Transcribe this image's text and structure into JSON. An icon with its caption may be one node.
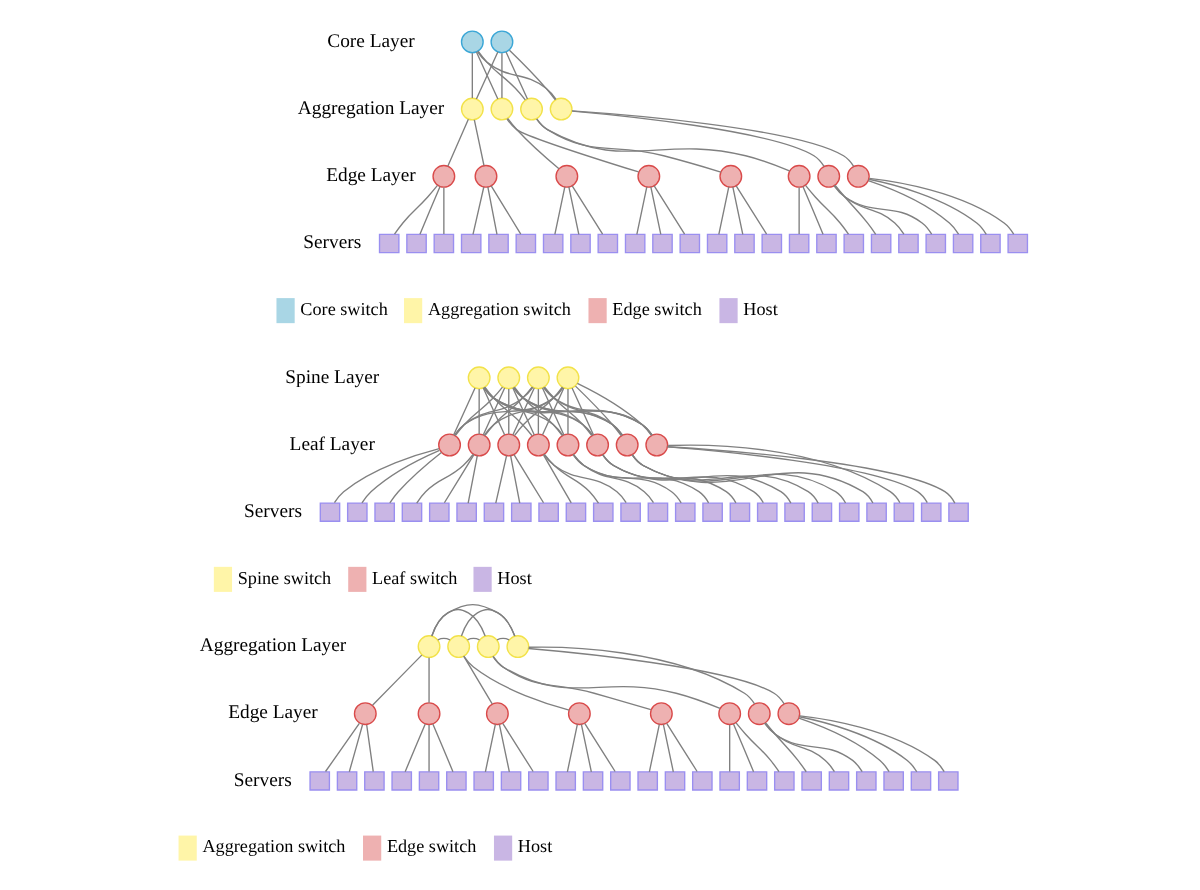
{
  "diagram": {
    "nodes": [
      {
        "text": [],
        "shape": "circle"
      },
      {
        "text": [],
        "shape": "circle"
      },
      {
        "text": [],
        "shape": "circle"
      },
      {
        "text": [],
        "shape": "circle"
      },
      {
        "text": [],
        "shape": "circle"
      },
      {
        "text": [],
        "shape": "circle"
      },
      {
        "text": [],
        "shape": "circle"
      },
      {
        "text": [],
        "shape": "circle"
      },
      {
        "text": [],
        "shape": "circle"
      },
      {
        "text": [],
        "shape": "circle"
      },
      {
        "text": [],
        "shape": "circle"
      },
      {
        "text": [],
        "shape": "circle"
      },
      {
        "text": [],
        "shape": "circle"
      },
      {
        "text": [],
        "shape": "circle"
      },
      {
        "text": [],
        "shape": "box"
      },
      {
        "text": [],
        "shape": "box"
      },
      {
        "text": [],
        "shape": "box"
      },
      {
        "text": [],
        "shape": "box"
      },
      {
        "text": [],
        "shape": "box"
      },
      {
        "text": [],
        "shape": "box"
      },
      {
        "text": [],
        "shape": "box"
      },
      {
        "text": [],
        "shape": "box"
      },
      {
        "text": [],
        "shape": "box"
      },
      {
        "text": [],
        "shape": "box"
      },
      {
        "text": [],
        "shape": "box"
      },
      {
        "text": [],
        "shape": "box"
      },
      {
        "text": [],
        "shape": "box"
      },
      {
        "text": [],
        "shape": "box"
      },
      {
        "text": [],
        "shape": "box"
      },
      {
        "text": [],
        "shape": "box"
      },
      {
        "text": [],
        "shape": "box"
      },
      {
        "text": [],
        "shape": "box"
      },
      {
        "text": [],
        "shape": "box"
      },
      {
        "text": [],
        "shape": "box"
      },
      {
        "text": [],
        "shape": "box"
      },
      {
        "text": [],
        "shape": "box"
      },
      {
        "text": [],
        "shape": "box"
      },
      {
        "text": [],
        "shape": "box"
      },
      {
        "text": [],
        "shape": "circle"
      },
      {
        "text": [],
        "shape": "circle"
      },
      {
        "text": [],
        "shape": "circle"
      },
      {
        "text": [],
        "shape": "circle"
      },
      {
        "text": [],
        "shape": "circle"
      },
      {
        "text": [],
        "shape": "circle"
      },
      {
        "text": [],
        "shape": "circle"
      },
      {
        "text": [],
        "shape": "circle"
      },
      {
        "text": [],
        "shape": "circle"
      },
      {
        "text": [],
        "shape": "circle"
      },
      {
        "text": [],
        "shape": "circle"
      },
      {
        "text": [],
        "shape": "circle"
      },
      {
        "text": [],
        "shape": "box"
      },
      {
        "text": [],
        "shape": "box"
      },
      {
        "text": [],
        "shape": "box"
      },
      {
        "text": [],
        "shape": "box"
      },
      {
        "text": [],
        "shape": "box"
      },
      {
        "text": [],
        "shape": "box"
      },
      {
        "text": [],
        "shape": "box"
      },
      {
        "text": [],
        "shape": "box"
      },
      {
        "text": [],
        "shape": "box"
      },
      {
        "text": [],
        "shape": "box"
      },
      {
        "text": [],
        "shape": "box"
      },
      {
        "text": [],
        "shape": "box"
      },
      {
        "text": [],
        "shape": "box"
      },
      {
        "text": [],
        "shape": "box"
      },
      {
        "text": [],
        "shape": "box"
      },
      {
        "text": [],
        "shape": "box"
      },
      {
        "text": [],
        "shape": "box"
      },
      {
        "text": [],
        "shape": "box"
      },
      {
        "text": [],
        "shape": "box"
      },
      {
        "text": [],
        "shape": "box"
      },
      {
        "text": [],
        "shape": "box"
      },
      {
        "text": [],
        "shape": "box"
      },
      {
        "text": [],
        "shape": "box"
      },
      {
        "text": [],
        "shape": "box"
      },
      {
        "text": [],
        "shape": "circle"
      },
      {
        "text": [],
        "shape": "circle"
      },
      {
        "text": [],
        "shape": "circle"
      },
      {
        "text": [],
        "shape": "circle"
      },
      {
        "text": [],
        "shape": "circle"
      },
      {
        "text": [],
        "shape": "circle"
      },
      {
        "text": [],
        "shape": "circle"
      },
      {
        "text": [],
        "shape": "circle"
      },
      {
        "text": [],
        "shape": "circle"
      },
      {
        "text": [],
        "shape": "circle"
      },
      {
        "text": [],
        "shape": "circle"
      },
      {
        "text": [],
        "shape": "circle"
      },
      {
        "text": [],
        "shape": "box"
      },
      {
        "text": [],
        "shape": "box"
      },
      {
        "text": [],
        "shape": "box"
      },
      {
        "text": [],
        "shape": "box"
      },
      {
        "text": [],
        "shape": "box"
      },
      {
        "text": [],
        "shape": "box"
      },
      {
        "text": [],
        "shape": "box"
      },
      {
        "text": [],
        "shape": "box"
      },
      {
        "text": [],
        "shape": "box"
      },
      {
        "text": [],
        "shape": "box"
      },
      {
        "text": [],
        "shape": "box"
      },
      {
        "text": [],
        "shape": "box"
      },
      {
        "text": [],
        "shape": "box"
      },
      {
        "text": [],
        "shape": "box"
      },
      {
        "text": [],
        "shape": "box"
      },
      {
        "text": [],
        "shape": "box"
      },
      {
        "text": [],
        "shape": "box"
      },
      {
        "text": [],
        "shape": "box"
      },
      {
        "text": [],
        "shape": "box"
      },
      {
        "text": [],
        "shape": "box"
      },
      {
        "text": [],
        "shape": "box"
      },
      {
        "text": [],
        "shape": "box"
      },
      {
        "text": [],
        "shape": "box"
      },
      {
        "text": [],
        "shape": "box"
      }
    ],
    "edges": [
      {
        "from": 0,
        "to": 2,
        "arrow": "none"
      },
      {
        "from": 0,
        "to": 3,
        "arrow": "none"
      },
      {
        "from": 0,
        "to": 4,
        "arrow": "none"
      },
      {
        "from": 0,
        "to": 5,
        "arrow": "none"
      },
      {
        "from": 1,
        "to": 2,
        "arrow": "none"
      },
      {
        "from": 1,
        "to": 3,
        "arrow": "none"
      },
      {
        "from": 1,
        "to": 4,
        "arrow": "none"
      },
      {
        "from": 1,
        "to": 5,
        "arrow": "none"
      },
      {
        "from": 2,
        "to": 6,
        "arrow": "none"
      },
      {
        "from": 2,
        "to": 7,
        "arrow": "none"
      },
      {
        "from": 3,
        "to": 8,
        "arrow": "none"
      },
      {
        "from": 3,
        "to": 9,
        "arrow": "none"
      },
      {
        "from": 4,
        "to": 10,
        "arrow": "none"
      },
      {
        "from": 4,
        "to": 11,
        "arrow": "none"
      },
      {
        "from": 5,
        "to": 12,
        "arrow": "none"
      },
      {
        "from": 5,
        "to": 13,
        "arrow": "none"
      },
      {
        "from": 6,
        "to": 14,
        "arrow": "none"
      },
      {
        "from": 6,
        "to": 15,
        "arrow": "none"
      },
      {
        "from": 6,
        "to": 16,
        "arrow": "none"
      },
      {
        "from": 7,
        "to": 17,
        "arrow": "none"
      },
      {
        "from": 7,
        "to": 18,
        "arrow": "none"
      },
      {
        "from": 7,
        "to": 19,
        "arrow": "none"
      },
      {
        "from": 8,
        "to": 20,
        "arrow": "none"
      },
      {
        "from": 8,
        "to": 21,
        "arrow": "none"
      },
      {
        "from": 8,
        "to": 22,
        "arrow": "none"
      },
      {
        "from": 9,
        "to": 23,
        "arrow": "none"
      },
      {
        "from": 9,
        "to": 24,
        "arrow": "none"
      },
      {
        "from": 9,
        "to": 25,
        "arrow": "none"
      },
      {
        "from": 10,
        "to": 26,
        "arrow": "none"
      },
      {
        "from": 10,
        "to": 27,
        "arrow": "none"
      },
      {
        "from": 10,
        "to": 28,
        "arrow": "none"
      },
      {
        "from": 11,
        "to": 29,
        "arrow": "none"
      },
      {
        "from": 11,
        "to": 30,
        "arrow": "none"
      },
      {
        "from": 11,
        "to": 31,
        "arrow": "none"
      },
      {
        "from": 12,
        "to": 32,
        "arrow": "none"
      },
      {
        "from": 12,
        "to": 33,
        "arrow": "none"
      },
      {
        "from": 12,
        "to": 34,
        "arrow": "none"
      },
      {
        "from": 13,
        "to": 35,
        "arrow": "none"
      },
      {
        "from": 13,
        "to": 36,
        "arrow": "none"
      },
      {
        "from": 13,
        "to": 37,
        "arrow": "none"
      },
      {
        "from": 38,
        "to": 42,
        "arrow": "none"
      },
      {
        "from": 38,
        "to": 43,
        "arrow": "none"
      },
      {
        "from": 38,
        "to": 44,
        "arrow": "none"
      },
      {
        "from": 38,
        "to": 45,
        "arrow": "none"
      },
      {
        "from": 38,
        "to": 46,
        "arrow": "none"
      },
      {
        "from": 38,
        "to": 47,
        "arrow": "none"
      },
      {
        "from": 38,
        "to": 48,
        "arrow": "none"
      },
      {
        "from": 38,
        "to": 49,
        "arrow": "none"
      },
      {
        "from": 39,
        "to": 42,
        "arrow": "none"
      },
      {
        "from": 39,
        "to": 43,
        "arrow": "none"
      },
      {
        "from": 39,
        "to": 44,
        "arrow": "none"
      },
      {
        "from": 39,
        "to": 45,
        "arrow": "none"
      },
      {
        "from": 39,
        "to": 46,
        "arrow": "none"
      },
      {
        "from": 39,
        "to": 47,
        "arrow": "none"
      },
      {
        "from": 39,
        "to": 48,
        "arrow": "none"
      },
      {
        "from": 39,
        "to": 49,
        "arrow": "none"
      },
      {
        "from": 40,
        "to": 42,
        "arrow": "none"
      },
      {
        "from": 40,
        "to": 43,
        "arrow": "none"
      },
      {
        "from": 40,
        "to": 44,
        "arrow": "none"
      },
      {
        "from": 40,
        "to": 45,
        "arrow": "none"
      },
      {
        "from": 40,
        "to": 46,
        "arrow": "none"
      },
      {
        "from": 40,
        "to": 47,
        "arrow": "none"
      },
      {
        "from": 40,
        "to": 48,
        "arrow": "none"
      },
      {
        "from": 40,
        "to": 49,
        "arrow": "none"
      },
      {
        "from": 41,
        "to": 42,
        "arrow": "none"
      },
      {
        "from": 41,
        "to": 43,
        "arrow": "none"
      },
      {
        "from": 41,
        "to": 44,
        "arrow": "none"
      },
      {
        "from": 41,
        "to": 45,
        "arrow": "none"
      },
      {
        "from": 41,
        "to": 46,
        "arrow": "none"
      },
      {
        "from": 41,
        "to": 47,
        "arrow": "none"
      },
      {
        "from": 41,
        "to": 48,
        "arrow": "none"
      },
      {
        "from": 41,
        "to": 49,
        "arrow": "none"
      },
      {
        "from": 42,
        "to": 50,
        "arrow": "none"
      },
      {
        "from": 42,
        "to": 51,
        "arrow": "none"
      },
      {
        "from": 42,
        "to": 52,
        "arrow": "none"
      },
      {
        "from": 43,
        "to": 53,
        "arrow": "none"
      },
      {
        "from": 43,
        "to": 54,
        "arrow": "none"
      },
      {
        "from": 43,
        "to": 55,
        "arrow": "none"
      },
      {
        "from": 44,
        "to": 56,
        "arrow": "none"
      },
      {
        "from": 44,
        "to": 57,
        "arrow": "none"
      },
      {
        "from": 44,
        "to": 58,
        "arrow": "none"
      },
      {
        "from": 45,
        "to": 59,
        "arrow": "none"
      },
      {
        "from": 45,
        "to": 60,
        "arrow": "none"
      },
      {
        "from": 45,
        "to": 61,
        "arrow": "none"
      },
      {
        "from": 46,
        "to": 62,
        "arrow": "none"
      },
      {
        "from": 46,
        "to": 63,
        "arrow": "none"
      },
      {
        "from": 46,
        "to": 64,
        "arrow": "none"
      },
      {
        "from": 47,
        "to": 65,
        "arrow": "none"
      },
      {
        "from": 47,
        "to": 66,
        "arrow": "none"
      },
      {
        "from": 47,
        "to": 67,
        "arrow": "none"
      },
      {
        "from": 48,
        "to": 68,
        "arrow": "none"
      },
      {
        "from": 48,
        "to": 69,
        "arrow": "none"
      },
      {
        "from": 48,
        "to": 70,
        "arrow": "none"
      },
      {
        "from": 49,
        "to": 71,
        "arrow": "none"
      },
      {
        "from": 49,
        "to": 72,
        "arrow": "none"
      },
      {
        "from": 49,
        "to": 73,
        "arrow": "none"
      },
      {
        "from": 74,
        "to": 75,
        "arrow": "none"
      },
      {
        "from": 74,
        "to": 76,
        "arrow": "none"
      },
      {
        "from": 74,
        "to": 77,
        "arrow": "none"
      },
      {
        "from": 75,
        "to": 76,
        "arrow": "none"
      },
      {
        "from": 75,
        "to": 77,
        "arrow": "none"
      },
      {
        "from": 76,
        "to": 77,
        "arrow": "none"
      },
      {
        "from": 74,
        "to": 78,
        "arrow": "none"
      },
      {
        "from": 74,
        "to": 79,
        "arrow": "none"
      },
      {
        "from": 75,
        "to": 80,
        "arrow": "none"
      },
      {
        "from": 75,
        "to": 81,
        "arrow": "none"
      },
      {
        "from": 76,
        "to": 82,
        "arrow": "none"
      },
      {
        "from": 76,
        "to": 83,
        "arrow": "none"
      },
      {
        "from": 77,
        "to": 84,
        "arrow": "none"
      },
      {
        "from": 77,
        "to": 85,
        "arrow": "none"
      },
      {
        "from": 78,
        "to": 86,
        "arrow": "none"
      },
      {
        "from": 78,
        "to": 87,
        "arrow": "none"
      },
      {
        "from": 78,
        "to": 88,
        "arrow": "none"
      },
      {
        "from": 79,
        "to": 89,
        "arrow": "none"
      },
      {
        "from": 79,
        "to": 90,
        "arrow": "none"
      },
      {
        "from": 79,
        "to": 91,
        "arrow": "none"
      },
      {
        "from": 80,
        "to": 92,
        "arrow": "none"
      },
      {
        "from": 80,
        "to": 93,
        "arrow": "none"
      },
      {
        "from": 80,
        "to": 94,
        "arrow": "none"
      },
      {
        "from": 81,
        "to": 95,
        "arrow": "none"
      },
      {
        "from": 81,
        "to": 96,
        "arrow": "none"
      },
      {
        "from": 81,
        "to": 97,
        "arrow": "none"
      },
      {
        "from": 82,
        "to": 98,
        "arrow": "none"
      },
      {
        "from": 82,
        "to": 99,
        "arrow": "none"
      },
      {
        "from": 82,
        "to": 100,
        "arrow": "none"
      },
      {
        "from": 83,
        "to": 101,
        "arrow": "none"
      },
      {
        "from": 83,
        "to": 102,
        "arrow": "none"
      },
      {
        "from": 83,
        "to": 103,
        "arrow": "none"
      },
      {
        "from": 84,
        "to": 104,
        "arrow": "none"
      },
      {
        "from": 84,
        "to": 105,
        "arrow": "none"
      },
      {
        "from": 84,
        "to": 106,
        "arrow": "none"
      },
      {
        "from": 85,
        "to": 107,
        "arrow": "none"
      },
      {
        "from": 85,
        "to": 108,
        "arrow": "none"
      },
      {
        "from": 85,
        "to": 109,
        "arrow": "none"
      }
    ],
    "labels": [
      "Core Layer",
      "Aggregation Layer",
      "Edge Layer",
      "Servers",
      "Spine Layer",
      "Leaf Layer",
      "Servers",
      "Aggregation Layer",
      "Edge Layer",
      "Servers"
    ],
    "legend": [
      {
        "text": "Core switch",
        "color": "#a9d6e5"
      },
      {
        "text": "Aggregation switch",
        "color": "#fff5a8"
      },
      {
        "text": "Edge switch",
        "color": "#eeb1b1"
      },
      {
        "text": "Host",
        "color": "#c9b6e4"
      },
      {
        "text": "Spine switch",
        "color": "#fff5a8"
      },
      {
        "text": "Leaf switch",
        "color": "#eeb1b1"
      },
      {
        "text": "Host",
        "color": "#c9b6e4"
      },
      {
        "text": "Aggregation switch",
        "color": "#fff5a8"
      },
      {
        "text": "Edge switch",
        "color": "#eeb1b1"
      },
      {
        "text": "Host",
        "color": "#c9b6e4"
      }
    ]
  }
}
